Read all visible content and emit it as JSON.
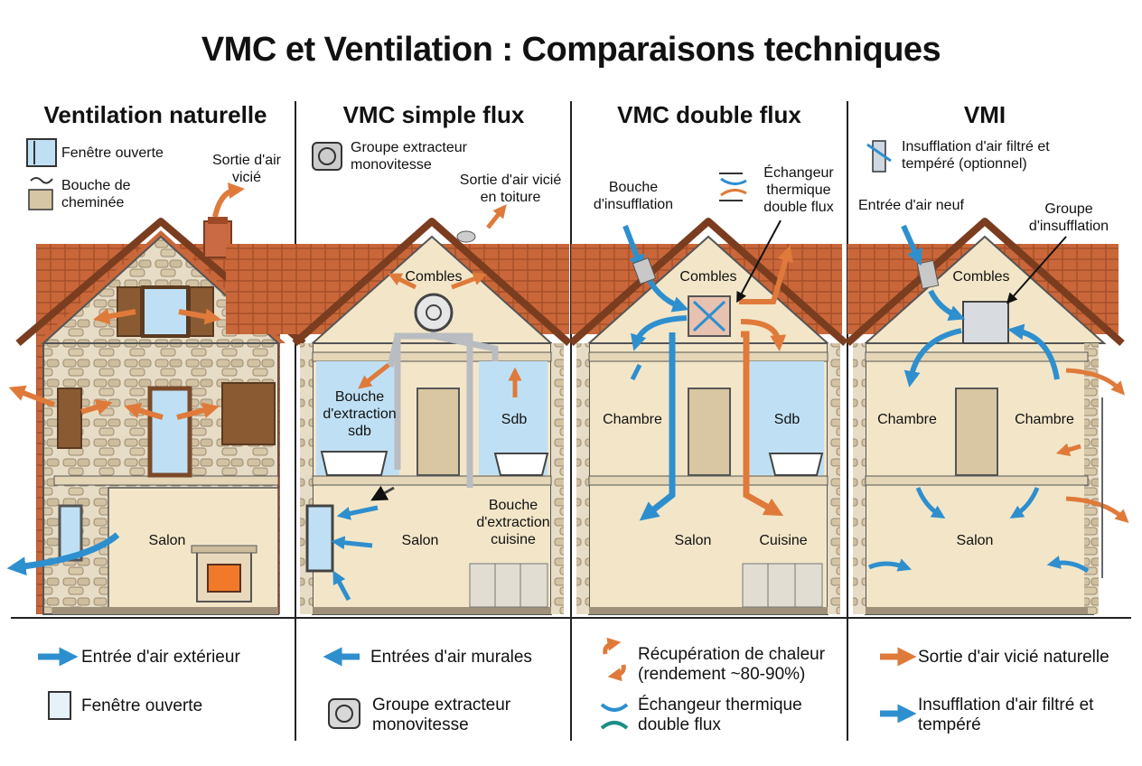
{
  "title": "VMC et Ventilation : Comparaisons techniques",
  "colors": {
    "intake": "#2e8fcf",
    "exhaust": "#e07a3a",
    "roof": "#c9673a",
    "wall": "#f3e6c8",
    "stone": "#d8c7a8",
    "glass": "#bfe0f4",
    "duct": "#b9bcc0"
  },
  "panels": [
    {
      "title": "Ventilation naturelle",
      "legend_top": [
        {
          "icon": "window-icon",
          "label": "Fenêtre ouverte"
        },
        {
          "icon": "chimney-vent-icon",
          "label": "Bouche de cheminée"
        }
      ],
      "callouts": [
        {
          "label": "Sortie d'air vicié"
        }
      ],
      "rooms": [
        {
          "label": "Salon"
        }
      ]
    },
    {
      "title": "VMC simple flux",
      "legend_top": [
        {
          "icon": "fan-icon",
          "label": "Groupe extracteur monovitesse"
        }
      ],
      "callouts": [
        {
          "label": "Sortie d'air vicié en toiture"
        },
        {
          "label": "Bouche d'extraction sdb"
        },
        {
          "label": "Bouche d'extraction cuisine"
        }
      ],
      "rooms": [
        {
          "label": "Combles"
        },
        {
          "label": "Sdb"
        },
        {
          "label": "Salon"
        }
      ]
    },
    {
      "title": "VMC double flux",
      "legend_top": [
        {
          "icon": "heat-exchanger-icon",
          "label": "Échangeur thermique double flux"
        }
      ],
      "callouts": [
        {
          "label": "Bouche d'insufflation"
        }
      ],
      "rooms": [
        {
          "label": "Combles"
        },
        {
          "label": "Chambre"
        },
        {
          "label": "Sdb"
        },
        {
          "label": "Salon"
        },
        {
          "label": "Cuisine"
        }
      ]
    },
    {
      "title": "VMI",
      "legend_top": [
        {
          "icon": "filter-icon",
          "label": "Insufflation d'air filtré et tempéré (optionnel)"
        }
      ],
      "callouts": [
        {
          "label": "Entrée d'air neuf"
        },
        {
          "label": "Groupe d'insufflation"
        }
      ],
      "rooms": [
        {
          "label": "Combles"
        },
        {
          "label": "Chambre"
        },
        {
          "label": "Chambre"
        },
        {
          "label": "Salon"
        }
      ]
    }
  ],
  "legend_bottom": [
    {
      "icon": "blue-arrow-icon",
      "label": "Entrée d'air extérieur"
    },
    {
      "icon": "window-icon",
      "label": "Fenêtre ouverte"
    },
    {
      "icon": "blue-arrow-left-icon",
      "label": "Entrées d'air murales"
    },
    {
      "icon": "fan-icon",
      "label": "Groupe extracteur monovitesse"
    },
    {
      "icon": "heat-recovery-icon",
      "label": "Récupération de chaleur (rendement ~80-90%)"
    },
    {
      "icon": "heat-exchanger-icon",
      "label": "Échangeur thermique double flux"
    },
    {
      "icon": "orange-arrow-icon",
      "label": "Sortie d'air vicié naturelle"
    },
    {
      "icon": "blue-arrow-icon",
      "label": "Insufflation d'air filtré et tempéré"
    }
  ]
}
